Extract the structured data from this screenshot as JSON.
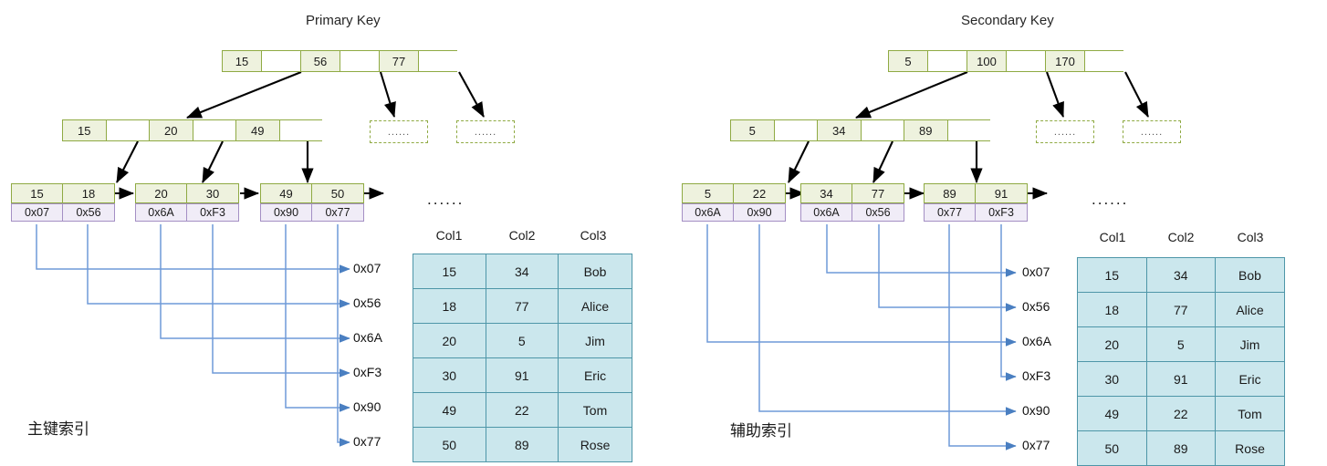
{
  "left": {
    "title": "Primary Key",
    "caption": "主键索引",
    "root": [
      "15",
      "",
      "56",
      "",
      "77",
      ""
    ],
    "internal": [
      "15",
      "",
      "20",
      "",
      "49",
      ""
    ],
    "placeholders": [
      "......",
      "......"
    ],
    "leaf_ellipsis": "......",
    "leaves": [
      {
        "keys": [
          "15",
          "18"
        ],
        "ptrs": [
          "0x07",
          "0x56"
        ]
      },
      {
        "keys": [
          "20",
          "30"
        ],
        "ptrs": [
          "0x6A",
          "0xF3"
        ]
      },
      {
        "keys": [
          "49",
          "50"
        ],
        "ptrs": [
          "0x90",
          "0x77"
        ]
      }
    ],
    "addresses": [
      "0x07",
      "0x56",
      "0x6A",
      "0xF3",
      "0x90",
      "0x77"
    ],
    "table": {
      "headers": [
        "Col1",
        "Col2",
        "Col3"
      ],
      "rows": [
        [
          "15",
          "34",
          "Bob"
        ],
        [
          "18",
          "77",
          "Alice"
        ],
        [
          "20",
          "5",
          "Jim"
        ],
        [
          "30",
          "91",
          "Eric"
        ],
        [
          "49",
          "22",
          "Tom"
        ],
        [
          "50",
          "89",
          "Rose"
        ]
      ]
    }
  },
  "right": {
    "title": "Secondary Key",
    "caption": "辅助索引",
    "root": [
      "5",
      "",
      "100",
      "",
      "170",
      ""
    ],
    "internal": [
      "5",
      "",
      "34",
      "",
      "89",
      ""
    ],
    "placeholders": [
      "......",
      "......"
    ],
    "leaf_ellipsis": "......",
    "leaves": [
      {
        "keys": [
          "5",
          "22"
        ],
        "ptrs": [
          "0x6A",
          "0x90"
        ]
      },
      {
        "keys": [
          "34",
          "77"
        ],
        "ptrs": [
          "0x6A",
          "0x56"
        ]
      },
      {
        "keys": [
          "89",
          "91"
        ],
        "ptrs": [
          "0x77",
          "0xF3"
        ]
      }
    ],
    "addresses": [
      "0x07",
      "0x56",
      "0x6A",
      "0xF3",
      "0x90",
      "0x77"
    ],
    "table": {
      "headers": [
        "Col1",
        "Col2",
        "Col3"
      ],
      "rows": [
        [
          "15",
          "34",
          "Bob"
        ],
        [
          "18",
          "77",
          "Alice"
        ],
        [
          "20",
          "5",
          "Jim"
        ],
        [
          "30",
          "91",
          "Eric"
        ],
        [
          "49",
          "22",
          "Tom"
        ],
        [
          "50",
          "89",
          "Rose"
        ]
      ]
    }
  },
  "colors": {
    "node_border": "#8faa43",
    "node_fill": "#eef2de",
    "ptr_border": "#a48fc4",
    "ptr_fill": "#f0ecf7",
    "table_border": "#4e96a8",
    "table_fill": "#cbe7ed",
    "connector": "#6f9ad8",
    "arrow_black": "#000000"
  }
}
